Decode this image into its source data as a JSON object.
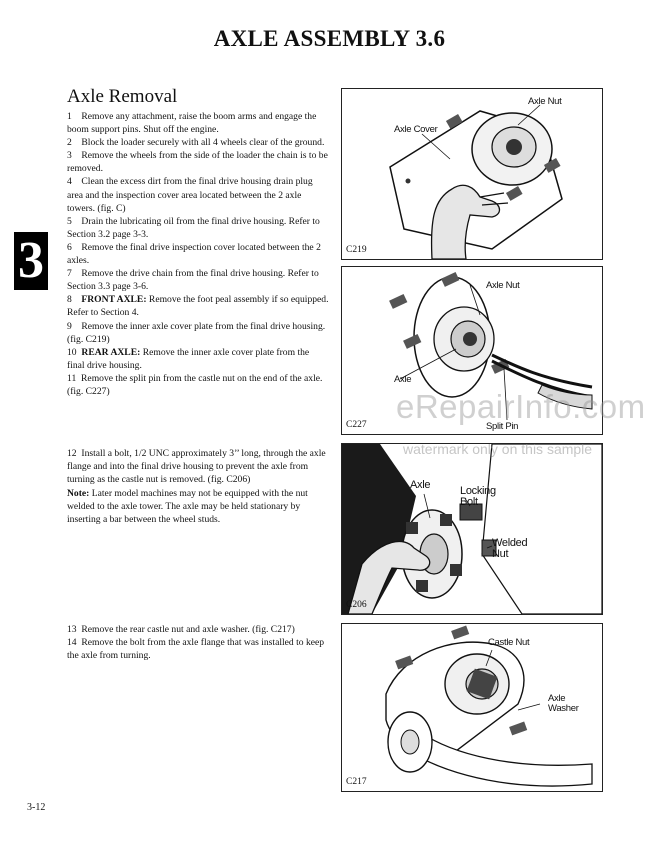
{
  "page": {
    "title": "AXLE ASSEMBLY 3.6",
    "chapter_tab": "3",
    "page_number": "3-12"
  },
  "section": {
    "heading": "Axle Removal"
  },
  "steps_block1": [
    "1    Remove any attachment, raise the boom arms and engage the boom support pins. Shut off the engine.",
    "2    Block the loader securely with all 4 wheels clear of the ground.",
    "3    Remove the wheels from the side of the loader the chain is to be removed.",
    "4    Clean the excess dirt from the final drive housing drain plug area and the inspection cover area located between the 2 axle towers. (fig. C)",
    "5    Drain the lubricating oil from the final drive housing. Refer to Section 3.2 page 3-3.",
    "6    Remove the final drive inspection cover located between the 2 axles.",
    "7    Remove the drive chain from the final drive housing. Refer to Section 3.3 page 3-6."
  ],
  "step8": {
    "num": "8    ",
    "bold": "FRONT AXLE:",
    "text": " Remove the foot peal assembly if so equipped. Refer to Section 4."
  },
  "step9": "9    Remove the inner axle cover plate from the final drive housing. (fig. C219)",
  "step10": {
    "num": "10  ",
    "bold": "REAR AXLE:",
    "text": " Remove the inner axle cover plate from the final drive housing."
  },
  "step11": "11  Remove the split pin from the castle nut on the end of the axle. (fig. C227)",
  "step12": "12  Install a bolt, 1/2 UNC approximately 3’’ long, through the axle flange and into the final drive housing to prevent the axle from turning as the castle nut is removed. (fig. C206)",
  "note": {
    "label": "Note:",
    "text": " Later model machines may not be equipped with the nut welded to the axle tower. The axle may be held stationary by inserting a bar between the wheel studs."
  },
  "step13": "13  Remove the rear castle nut and axle washer. (fig. C217)",
  "step14": "14  Remove the bolt from the axle flange that was installed to keep the axle from turning.",
  "figures": [
    {
      "code": "C219",
      "callouts": [
        "Axle Nut",
        "Axle Cover"
      ]
    },
    {
      "code": "C227",
      "callouts": [
        "Axle Nut",
        "Axle",
        "Split Pin"
      ]
    },
    {
      "code": "C206",
      "callouts": [
        "Axle",
        "Locking Bolt",
        "Welded Nut"
      ]
    },
    {
      "code": "C217",
      "callouts": [
        "Castle Nut",
        "Axle Washer"
      ]
    }
  ],
  "watermark": {
    "main": "eRepairInfo.com",
    "sub": "watermark only on this sample"
  }
}
